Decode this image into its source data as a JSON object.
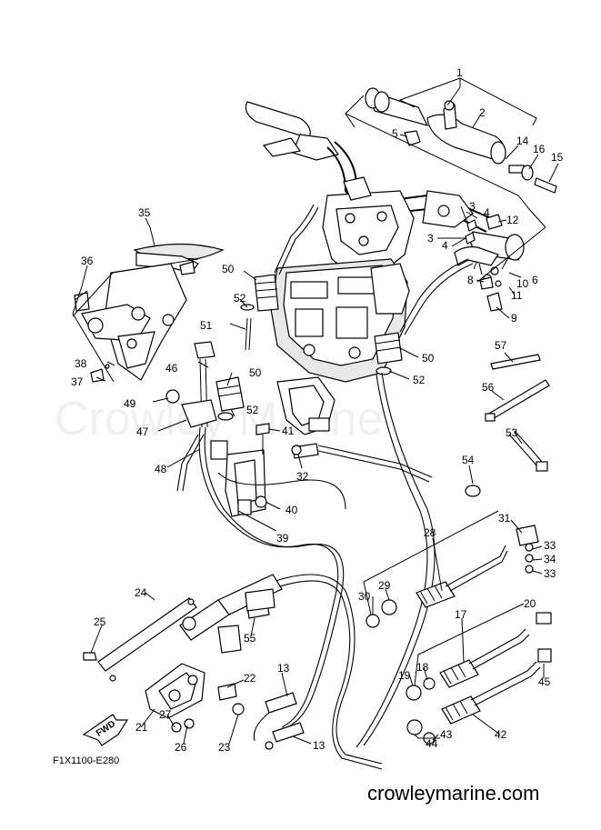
{
  "diagram": {
    "watermark": "Crowley Marine",
    "drawing_code": "F1X1100-E280",
    "website": "crowleymarine.com",
    "direction_label": "FWD",
    "callouts": [
      "1",
      "2",
      "3",
      "3",
      "4",
      "4",
      "5",
      "6",
      "7",
      "8",
      "9",
      "10",
      "11",
      "12",
      "13",
      "13",
      "14",
      "15",
      "16",
      "17",
      "18",
      "19",
      "20",
      "21",
      "22",
      "23",
      "24",
      "25",
      "26",
      "27",
      "28",
      "29",
      "30",
      "31",
      "32",
      "33",
      "33",
      "34",
      "35",
      "36",
      "37",
      "38",
      "39",
      "40",
      "41",
      "42",
      "43",
      "44",
      "45",
      "46",
      "47",
      "48",
      "49",
      "50",
      "50",
      "50",
      "51",
      "52",
      "52",
      "52",
      "53",
      "54",
      "55",
      "56",
      "57"
    ]
  }
}
